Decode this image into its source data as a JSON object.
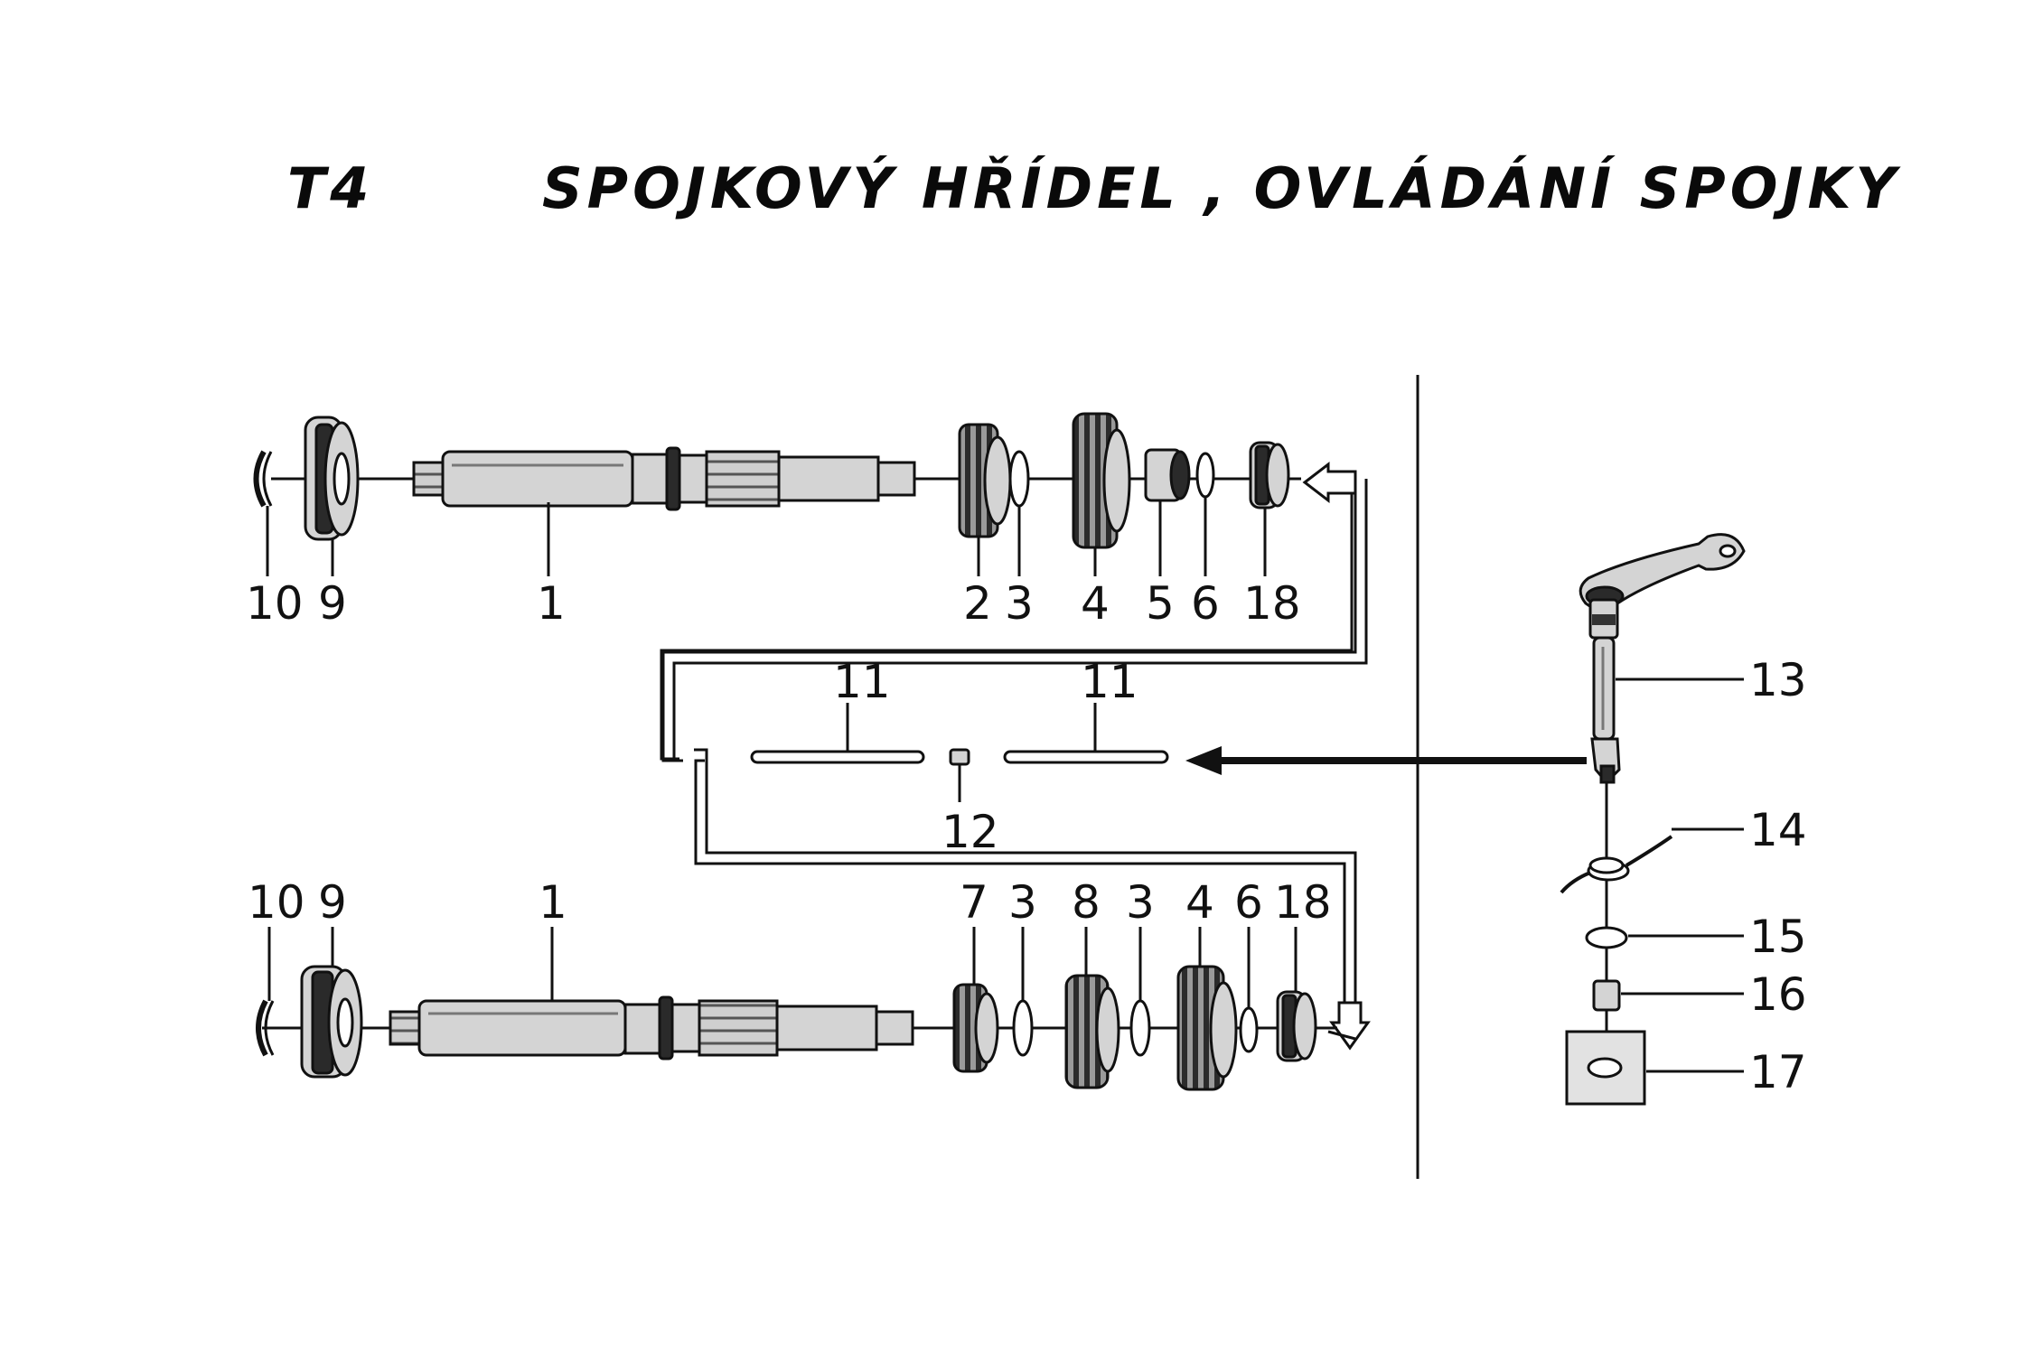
{
  "title": {
    "code": "T4",
    "text": "SPOJKOVÝ HŘÍDEL , OVLÁDÁNÍ SPOJKY"
  },
  "callouts": {
    "top": [
      "10",
      "9",
      "1",
      "2",
      "3",
      "4",
      "5",
      "6",
      "18"
    ],
    "middle": [
      "11",
      "11",
      "12"
    ],
    "bottom": [
      "10",
      "9",
      "1",
      "7",
      "3",
      "8",
      "3",
      "4",
      "6",
      "18"
    ],
    "right": [
      "13",
      "14",
      "15",
      "16",
      "17"
    ]
  }
}
